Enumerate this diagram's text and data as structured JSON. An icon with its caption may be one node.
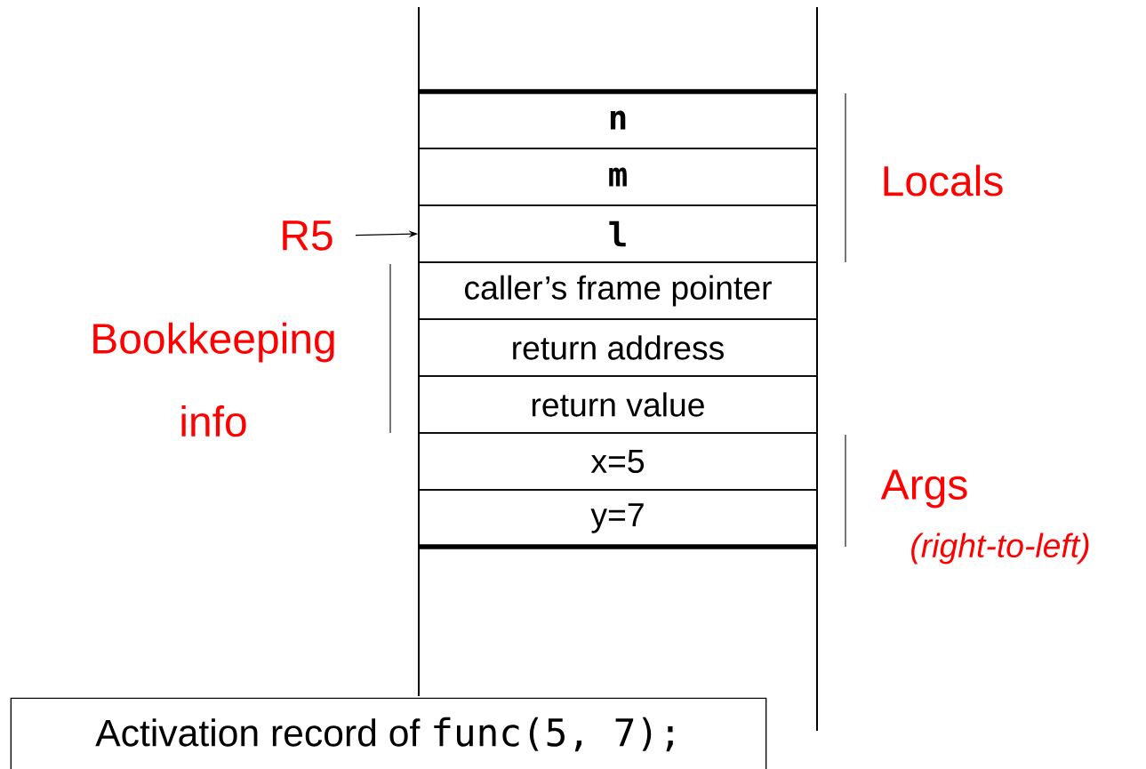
{
  "diagram": {
    "nodes": [
      {
        "text": [
          "n"
        ]
      },
      {
        "text": [
          "m"
        ]
      },
      {
        "text": [
          "l"
        ]
      },
      {
        "text": [
          "caller’s frame pointer"
        ]
      },
      {
        "text": [
          "return address"
        ]
      },
      {
        "text": [
          "return value"
        ]
      },
      {
        "text": [
          "x=5"
        ]
      },
      {
        "text": [
          "y=7"
        ]
      },
      {
        "text": [
          "R5"
        ]
      },
      {
        "text": [
          "Activation record of",
          "func(5, 7);"
        ]
      }
    ],
    "edges": [
      {
        "from": 8,
        "to": 2,
        "arrow": "to"
      }
    ],
    "labels": [
      "Locals",
      "Bookkeeping info",
      "Args",
      "(right-to-left)"
    ]
  }
}
